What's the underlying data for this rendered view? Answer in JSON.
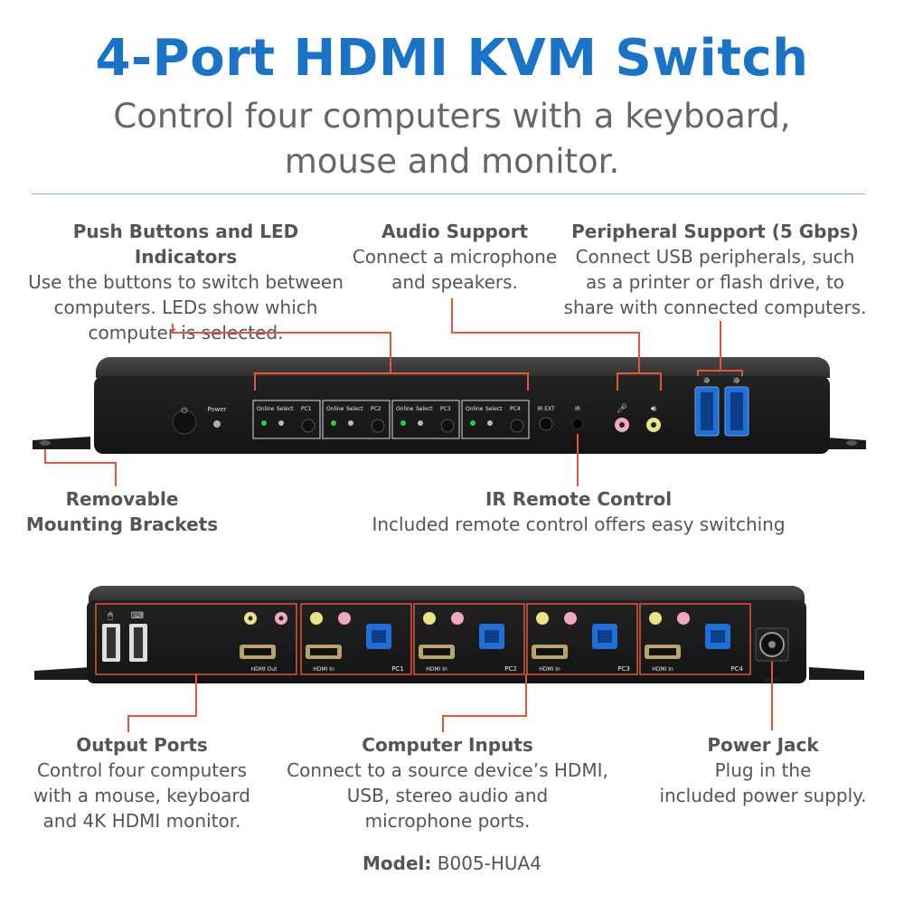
{
  "header": {
    "title": "4-Port HDMI KVM Switch",
    "subtitle_line1": "Control four computers with a keyboard,",
    "subtitle_line2": "mouse and monitor."
  },
  "callouts": {
    "push_buttons": {
      "heading": "Push Buttons and LED Indicators",
      "line1": "Use the buttons to switch between",
      "line2": "computers. LEDs show which",
      "line3": "computer is selected."
    },
    "audio": {
      "heading": "Audio Support",
      "line1": "Connect a microphone",
      "line2": "and speakers."
    },
    "peripheral": {
      "heading": "Peripheral Support (5 Gbps)",
      "line1": "Connect USB peripherals, such",
      "line2": "as a printer or flash drive, to",
      "line3": "share with connected computers."
    },
    "brackets": {
      "heading_line1": "Removable",
      "heading_line2": "Mounting Brackets"
    },
    "ir": {
      "heading": "IR Remote Control",
      "line1": "Included remote control offers easy switching"
    },
    "output": {
      "heading": "Output Ports",
      "line1": "Control four computers",
      "line2": "with a mouse, keyboard",
      "line3": "and 4K HDMI monitor."
    },
    "inputs": {
      "heading": "Computer Inputs",
      "line1": "Connect to a source device’s HDMI,",
      "line2": "USB, stereo audio and",
      "line3": "microphone ports."
    },
    "power": {
      "heading": "Power Jack",
      "line1": "Plug in the",
      "line2": "included power supply."
    }
  },
  "front_panel": {
    "power_label": "Power",
    "online_label": "Online",
    "select_label": "Select",
    "ports": [
      "PC1",
      "PC2",
      "PC3",
      "PC4"
    ],
    "ir_ext_label": "IR EXT",
    "ir_label": "IR"
  },
  "rear_panel": {
    "hdmi_out_label": "HDMI Out",
    "hdmi_in_label": "HDMI In",
    "ports": [
      "PC1",
      "PC2",
      "PC3",
      "PC4"
    ],
    "dc_label": "DC 5V"
  },
  "model": {
    "label": "Model:",
    "value": "B005-HUA4"
  },
  "colors": {
    "title_blue": "#1a73c7",
    "callout_line": "#e2553a",
    "device_body": "#2b2b2b",
    "led_green": "#2ecc40",
    "usb_blue": "#1f6fd6"
  }
}
